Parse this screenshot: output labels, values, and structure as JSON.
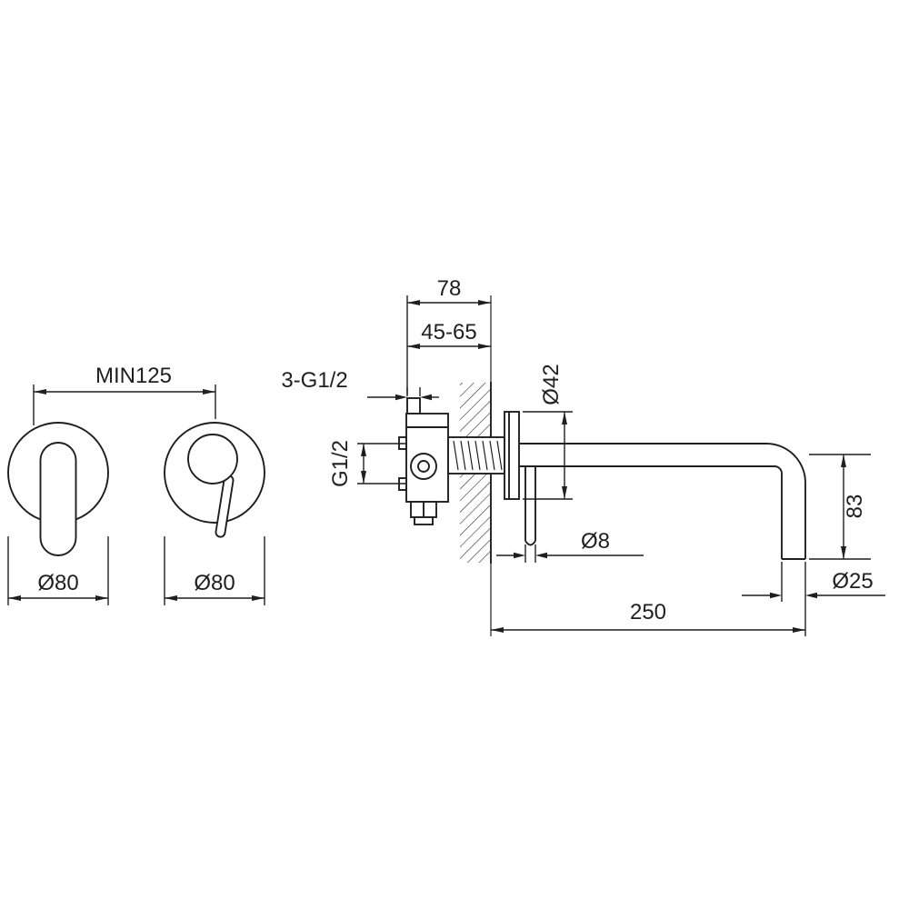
{
  "drawing": {
    "kind": "technical-dimension-diagram",
    "subject": "wall-mounted-basin-mixer-tap",
    "background_color": "#ffffff",
    "line_color": "#1f1f1f",
    "labels": {
      "min_center_distance": "MIN125",
      "left_plate_diameter": "Ø80",
      "right_plate_diameter": "Ø80",
      "body_depth": "78",
      "rough_in_range": "45-65",
      "connections": "3-G1/2",
      "inlet_thread": "G1/2",
      "flange_diameter": "Ø42",
      "spout_drop": "83",
      "stem_diameter": "Ø8",
      "spout_reach": "250",
      "spout_tube_diameter": "Ø25"
    }
  }
}
